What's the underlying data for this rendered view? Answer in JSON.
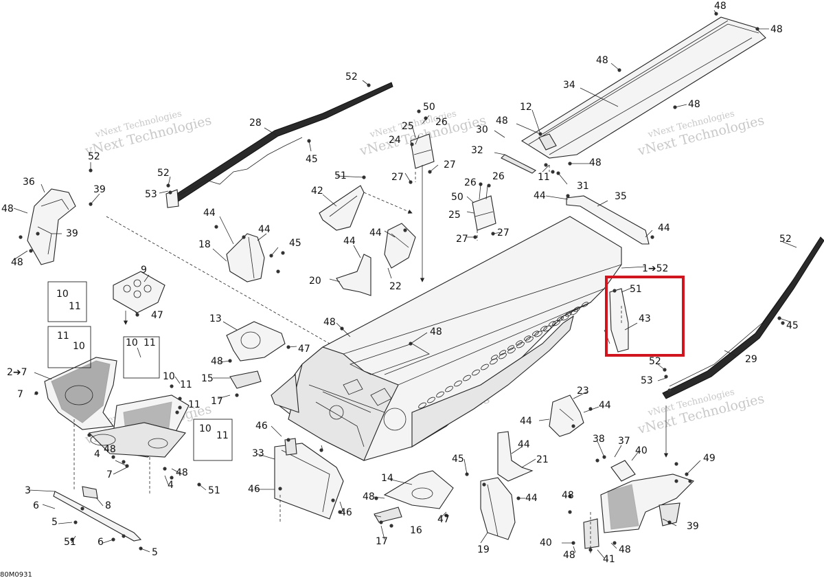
{
  "diagram": {
    "drawing_code": "80M0931",
    "watermark": "vNext Technologies",
    "highlight_color": "#d0151f",
    "callouts": [
      "1➔52",
      "2➔7",
      "3",
      "4",
      "5",
      "6",
      "7",
      "8",
      "9",
      "10",
      "11",
      "12",
      "13",
      "14",
      "15",
      "16",
      "17",
      "18",
      "19",
      "20",
      "21",
      "22",
      "23",
      "24",
      "25",
      "26",
      "27",
      "28",
      "29",
      "30",
      "31",
      "32",
      "33",
      "34",
      "35",
      "36",
      "37",
      "38",
      "39",
      "40",
      "41",
      "42",
      "43",
      "44",
      "45",
      "46",
      "47",
      "48",
      "49",
      "50",
      "51",
      "52",
      "53"
    ]
  }
}
